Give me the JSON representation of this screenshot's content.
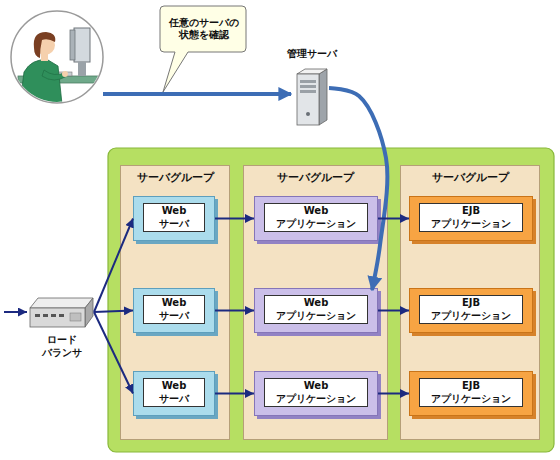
{
  "diagram": {
    "nodes": [
      {
        "text": [
          "任意のサーバの 状態を確認"
        ]
      },
      {
        "text": [
          "管理サーバ"
        ]
      },
      {
        "text": [
          "サーバグループ"
        ]
      },
      {
        "text": [
          "Web サーバ"
        ],
        "in": 2
      },
      {
        "text": [
          "Web サーバ"
        ],
        "in": 2
      },
      {
        "text": [
          "Web サーバ"
        ],
        "in": 2
      },
      {
        "text": [
          "サーバグループ"
        ]
      },
      {
        "text": [
          "Web アプリケーション"
        ],
        "in": 6
      },
      {
        "text": [
          "Web アプリケーション"
        ],
        "in": 6
      },
      {
        "text": [
          "Web アプリケーション"
        ],
        "in": 6
      },
      {
        "text": [
          "サーバグループ"
        ]
      },
      {
        "text": [
          "EJB アプリケーション"
        ],
        "in": 10
      },
      {
        "text": [
          "EJB アプリケーション"
        ],
        "in": 10
      },
      {
        "text": [
          "EJB アプリケーション"
        ],
        "in": 10
      },
      {
        "text": [
          "ロード バランサ"
        ]
      }
    ],
    "edges": [
      {
        "from": 1,
        "to": 8,
        "arrow": "to"
      },
      {
        "from": 14,
        "to": 3,
        "arrow": "to"
      },
      {
        "from": 14,
        "to": 4,
        "arrow": "to"
      },
      {
        "from": 14,
        "to": 5,
        "arrow": "to"
      },
      {
        "from": 3,
        "to": 7,
        "arrow": "to"
      },
      {
        "from": 4,
        "to": 8,
        "arrow": "to"
      },
      {
        "from": 5,
        "to": 9,
        "arrow": "to"
      },
      {
        "from": 7,
        "to": 11,
        "arrow": "to"
      },
      {
        "from": 8,
        "to": 12,
        "arrow": "to"
      },
      {
        "from": 9,
        "to": 13,
        "arrow": "to"
      }
    ]
  }
}
